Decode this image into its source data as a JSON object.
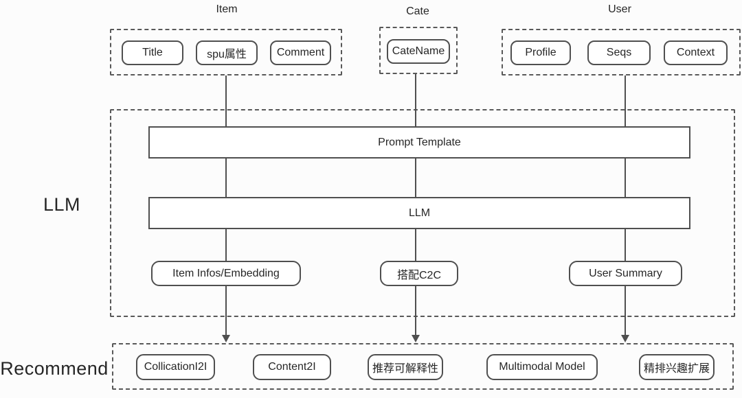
{
  "figure": {
    "background_color": "#fcfcfc",
    "line_color": "#4f4f4f",
    "text_color": "#262626"
  },
  "input_groups": [
    {
      "label": "Item",
      "nodes": [
        "Title",
        "spu属性",
        "Comment"
      ]
    },
    {
      "label": "Cate",
      "nodes": [
        "CateName"
      ]
    },
    {
      "label": "User",
      "nodes": [
        "Profile",
        "Seqs",
        "Context"
      ]
    }
  ],
  "llm_section": {
    "label": "LLM",
    "bars": [
      "Prompt Template",
      "LLM"
    ],
    "outputs": [
      "Item Infos/Embedding",
      "搭配C2C",
      "User Summary"
    ]
  },
  "recommend_section": {
    "label": "Recommend",
    "nodes": [
      "CollicationI2I",
      "Content2I",
      "推荐可解释性",
      "Multimodal Model",
      "精排兴趣扩展"
    ]
  }
}
